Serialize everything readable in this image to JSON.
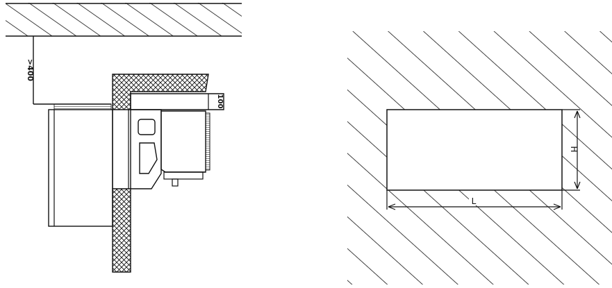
{
  "left_drawing": {
    "clearance_label": ">400",
    "offset_label": "100"
  },
  "right_drawing": {
    "height_label": "H",
    "length_label": "L"
  },
  "colors": {
    "line": "#111111",
    "background": "#ffffff"
  }
}
